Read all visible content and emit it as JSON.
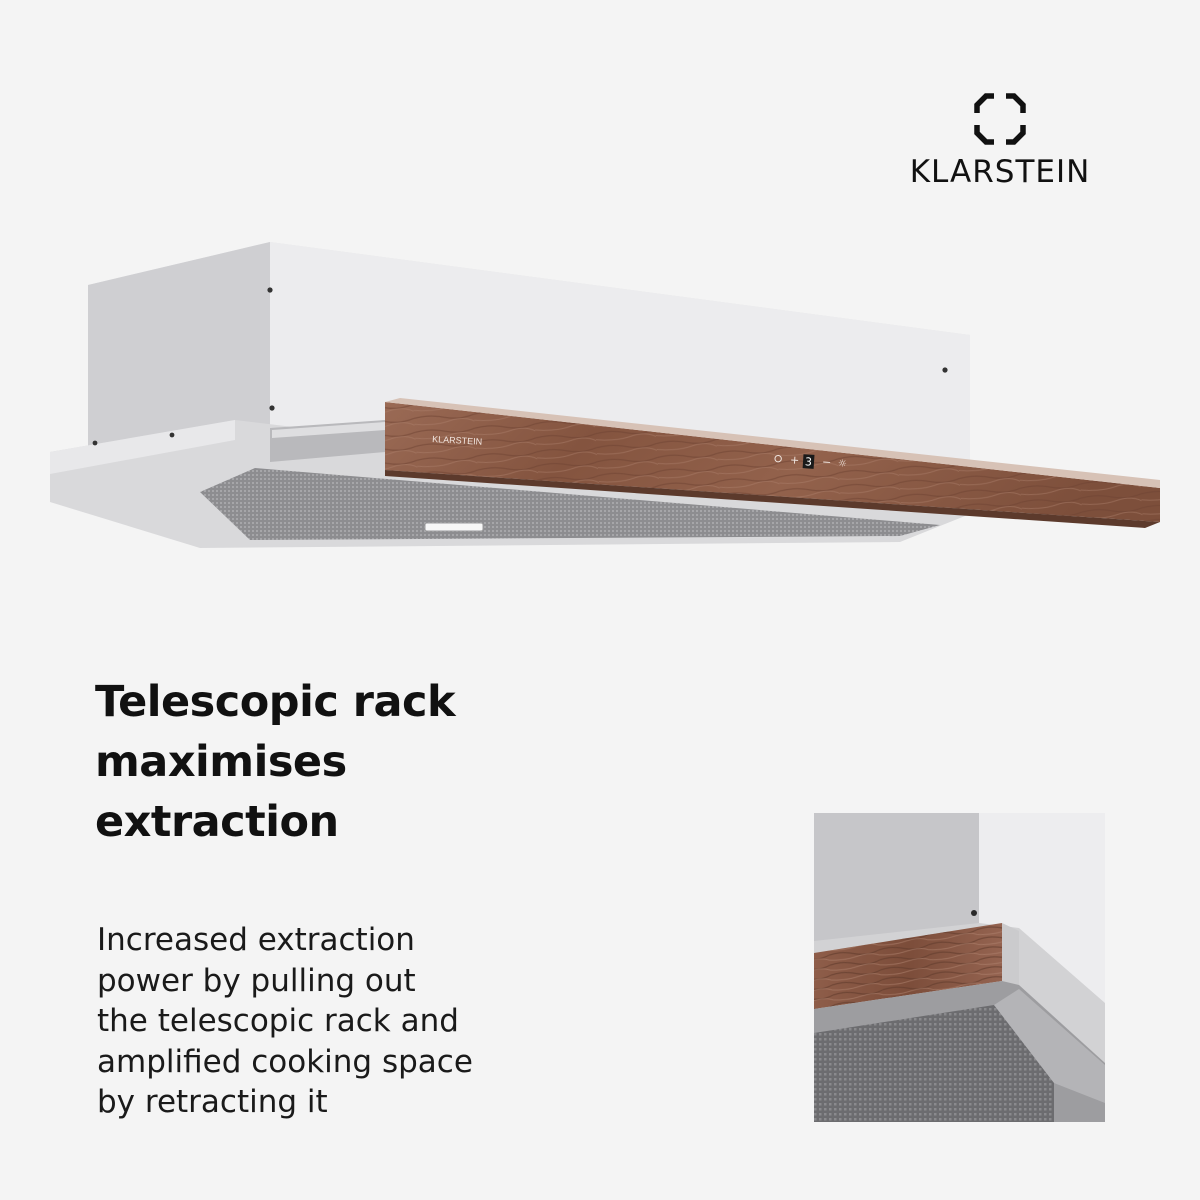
{
  "brand": {
    "name": "KLARSTEIN",
    "panel_label": "KLARSTEIN",
    "logo_icon": "octagon-brackets-icon"
  },
  "headline": "Telescopic rack\nmaximises\nextraction",
  "description": "Increased extraction\npower by pulling out\nthe telescopic rack and\namplified cooking space\nby retracting it",
  "control_panel": {
    "display_value": "3",
    "buttons": [
      "power",
      "plus",
      "minus",
      "light"
    ]
  },
  "colors": {
    "background": "#f4f4f4",
    "text": "#111111",
    "wood": "#8a5a45",
    "steel": "#dcdcde"
  }
}
